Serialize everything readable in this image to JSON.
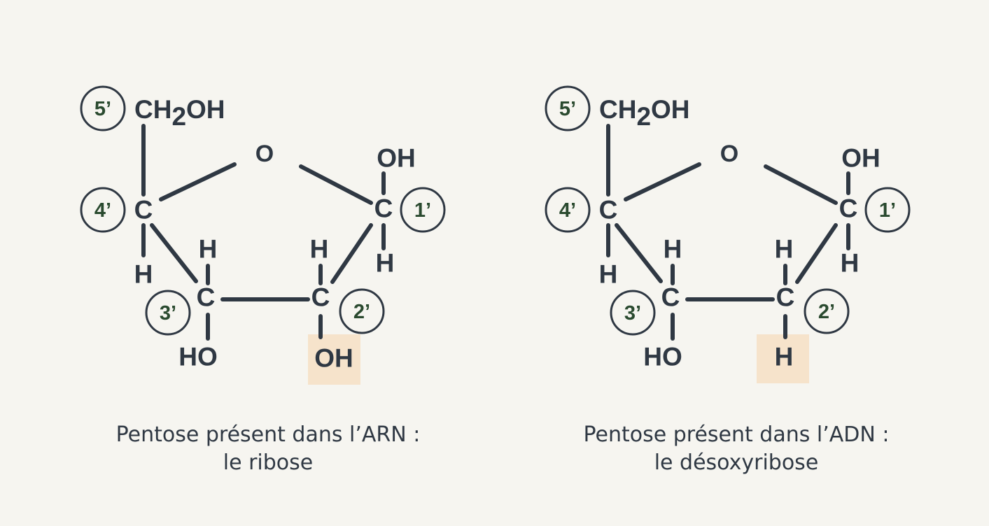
{
  "colors": {
    "background": "#f6f5f0",
    "bond": "#2f3843",
    "atom_text": "#2f3843",
    "position_text": "#2a4a2f",
    "highlight": "#f6e3cb"
  },
  "molecules": [
    {
      "name": "ribose",
      "labels": {
        "p5": "5’",
        "p4": "4’",
        "p3": "3’",
        "p2": "2’",
        "p1": "1’"
      },
      "atoms": {
        "ch2oh_base": "CH",
        "ch2oh_sub": "2",
        "ch2oh_tail": "OH",
        "ring_o": "O",
        "c4": "C",
        "c4_h": "H",
        "c1": "C",
        "c1_oh": "OH",
        "c1_h": "H",
        "c3": "C",
        "c3_h": "H",
        "c3_oh": "HO",
        "c2": "C",
        "c2_h": "H",
        "c2_sub": "OH"
      },
      "caption_line1": "Pentose présent dans l’ARN :",
      "caption_line2": "le ribose"
    },
    {
      "name": "desoxyribose",
      "labels": {
        "p5": "5’",
        "p4": "4’",
        "p3": "3’",
        "p2": "2’",
        "p1": "1’"
      },
      "atoms": {
        "ch2oh_base": "CH",
        "ch2oh_sub": "2",
        "ch2oh_tail": "OH",
        "ring_o": "O",
        "c4": "C",
        "c4_h": "H",
        "c1": "C",
        "c1_oh": "OH",
        "c1_h": "H",
        "c3": "C",
        "c3_h": "H",
        "c3_oh": "HO",
        "c2": "C",
        "c2_h": "H",
        "c2_sub": "H"
      },
      "caption_line1": "Pentose présent dans l’ADN :",
      "caption_line2": "le désoxyribose"
    }
  ]
}
